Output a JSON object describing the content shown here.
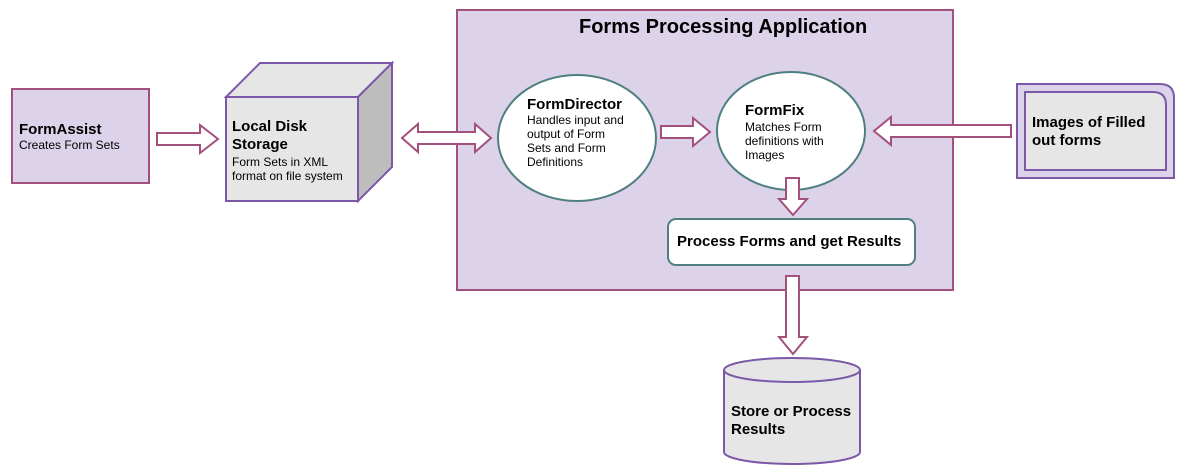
{
  "diagram": {
    "app_title": "Forms Processing Application",
    "form_assist": {
      "title": "FormAssist",
      "desc": "Creates Form Sets"
    },
    "local_disk": {
      "title": "Local Disk Storage",
      "desc": "Form Sets in XML format on file system"
    },
    "form_director": {
      "title": "FormDirector",
      "desc": "Handles input and output of Form Sets and Form Definitions"
    },
    "form_fix": {
      "title": "FormFix",
      "desc": "Matches Form definitions with Images"
    },
    "images": {
      "title": "Images of Filled out forms"
    },
    "process": {
      "title": "Process Forms and get Results"
    },
    "store": {
      "title": "Store or Process Results"
    }
  },
  "colors": {
    "box_fill": "#dcd2e9",
    "box_stroke": "#a3517c",
    "grey_fill": "#e6e6e6",
    "cube_side": "#bdbdbd",
    "purple_stroke": "#7b58a8",
    "teal_stroke": "#4f7f7f",
    "arrow_stroke": "#a3517c"
  }
}
